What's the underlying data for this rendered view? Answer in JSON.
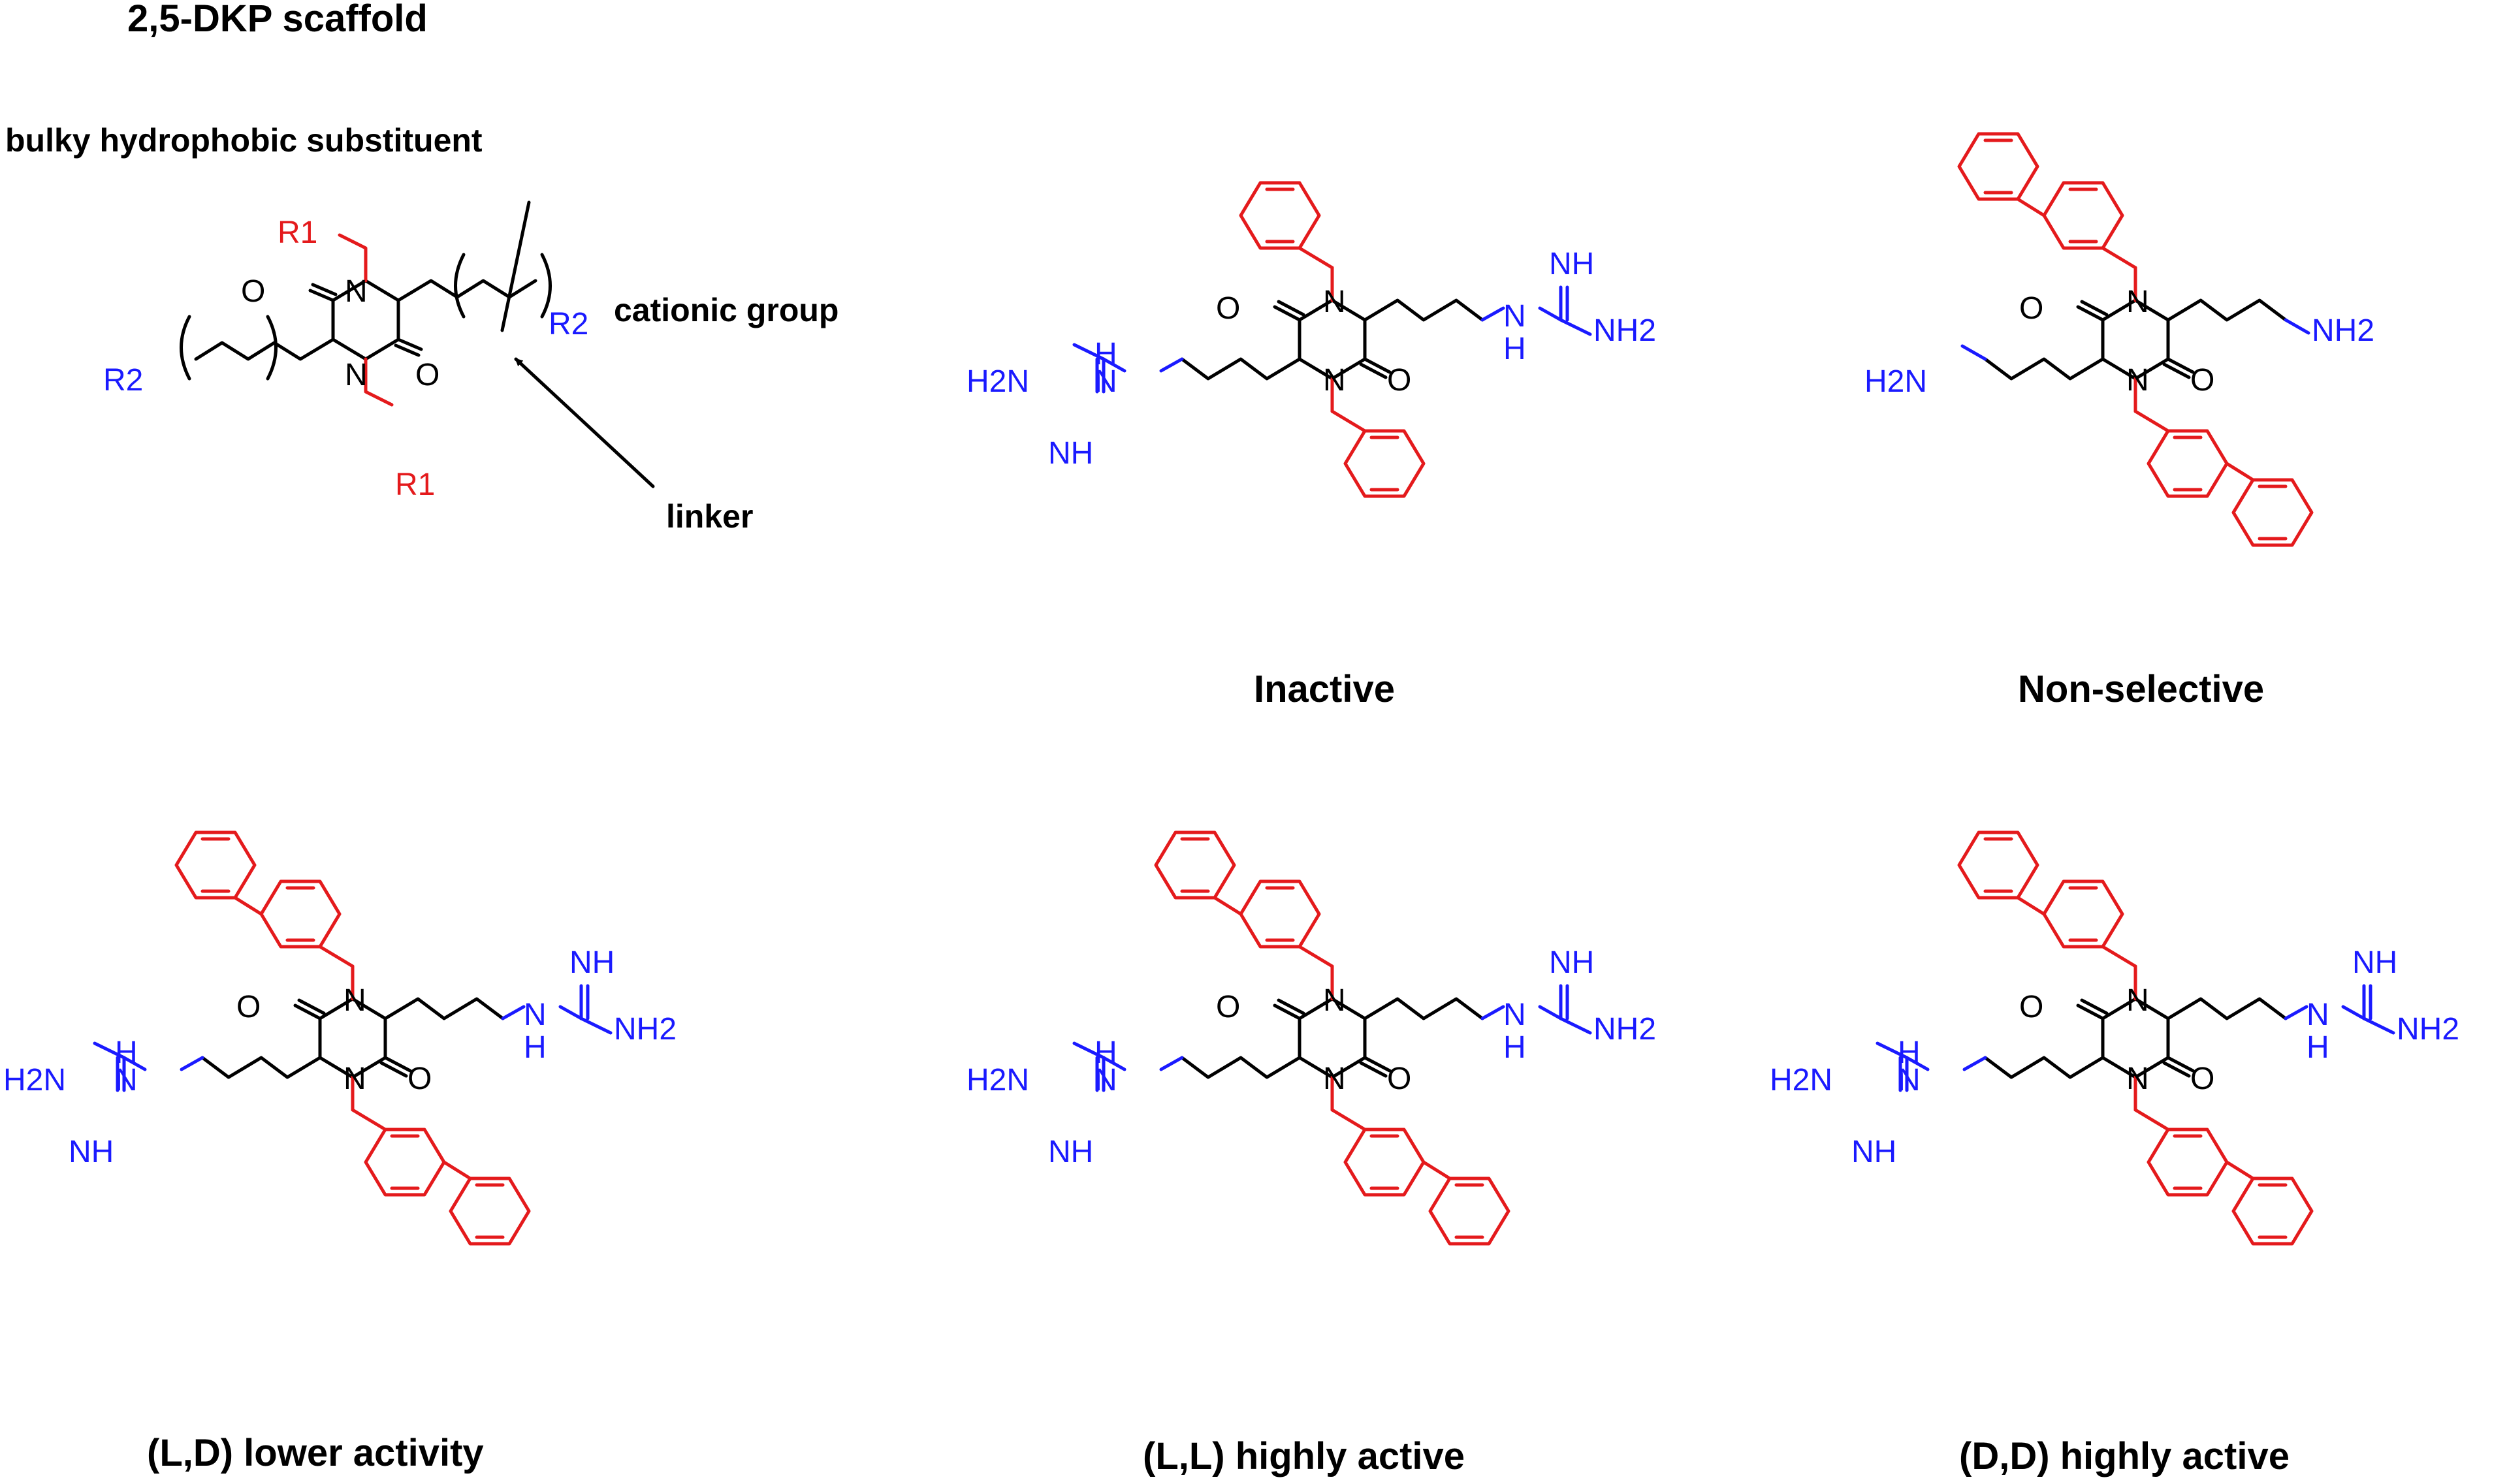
{
  "scaffold": {
    "title": "2,5-DKP scaffold",
    "label_hydrophobic": "bulky hydrophobic substituent",
    "label_cationic": "cationic group",
    "label_linker": "linker"
  },
  "captions": {
    "inactive": "Inactive",
    "nonselective": "Non-selective",
    "ld": "(L,D) lower activity",
    "ll": "(L,L) highly active",
    "dd": "(D,D) highly active"
  },
  "atoms": {
    "N": "N",
    "O": "O",
    "NH": "NH",
    "H": "H",
    "NH2": "NH2",
    "H2N": "H2N",
    "R1": "R1",
    "R2": "R2"
  },
  "colors": {
    "core": "#000000",
    "hydrophobic": "#e41a1c",
    "cationic": "#1a1aff"
  }
}
